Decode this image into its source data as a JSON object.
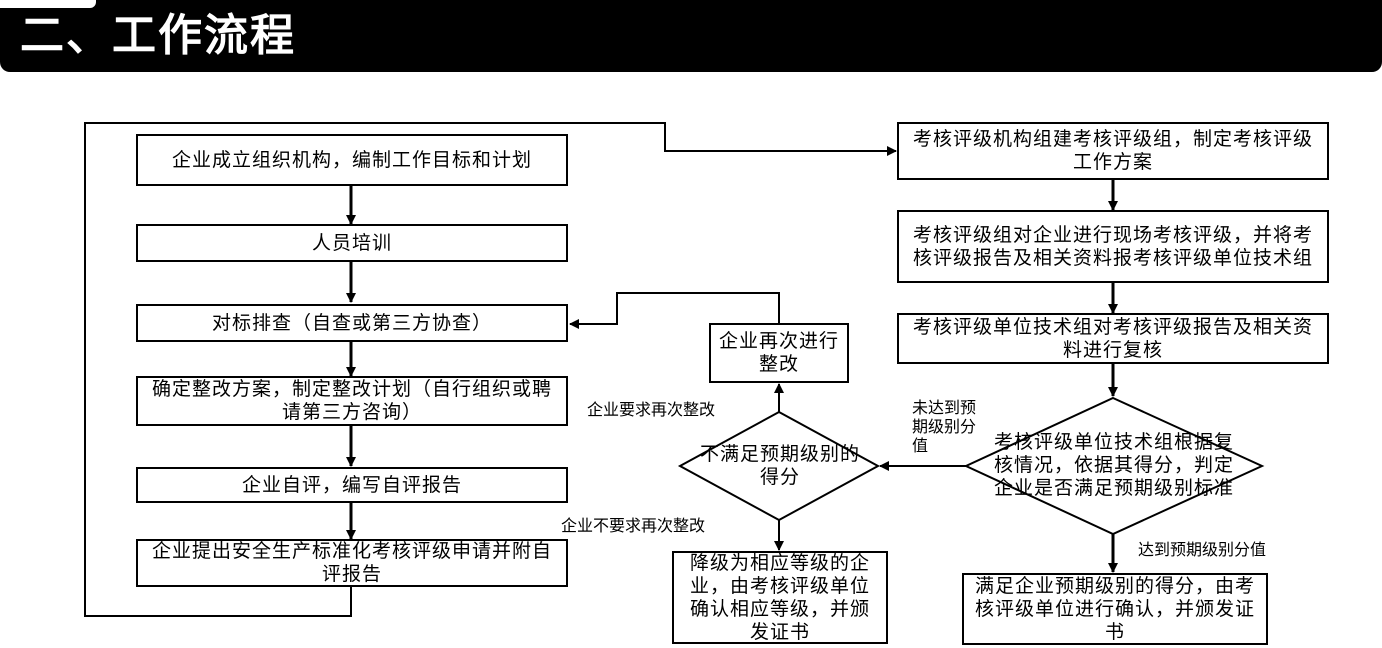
{
  "header": {
    "title": "二、工作流程"
  },
  "left_column": [
    "企业成立组织机构，编制工作目标和计划",
    "人员培训",
    "对标排查（自查或第三方协查）",
    "确定整改方案，制定整改计划（自行组织或聘请第三方咨询）",
    "企业自评，编写自评报告",
    "企业提出安全生产标准化考核评级申请并附自评报告"
  ],
  "right_column": [
    "考核评级机构组建考核评级组，制定考核评级工作方案",
    "考核评级组对企业进行现场考核评级，并将考核评级报告及相关资料报考核评级单位技术组",
    "考核评级单位技术组对考核评级报告及相关资料进行复核"
  ],
  "decision_main": "考核评级单位技术组根据复核情况，依据其得分，判定企业是否满足预期级别标准",
  "decision_fail": "不满足预期级别的得分",
  "boxes": {
    "rectify_again": "企业再次进行整改",
    "downgrade": "降级为相应等级的企业，由考核评级单位确认相应等级，并颁发证书",
    "satisfied": "满足企业预期级别的得分，由考核评级单位进行确认，并颁发证书"
  },
  "labels": {
    "not_reached": "未达到预期级别分值",
    "reached": "达到预期级别分值",
    "require_again": "企业要求再次整改",
    "not_require_again": "企业不要求再次整改"
  }
}
